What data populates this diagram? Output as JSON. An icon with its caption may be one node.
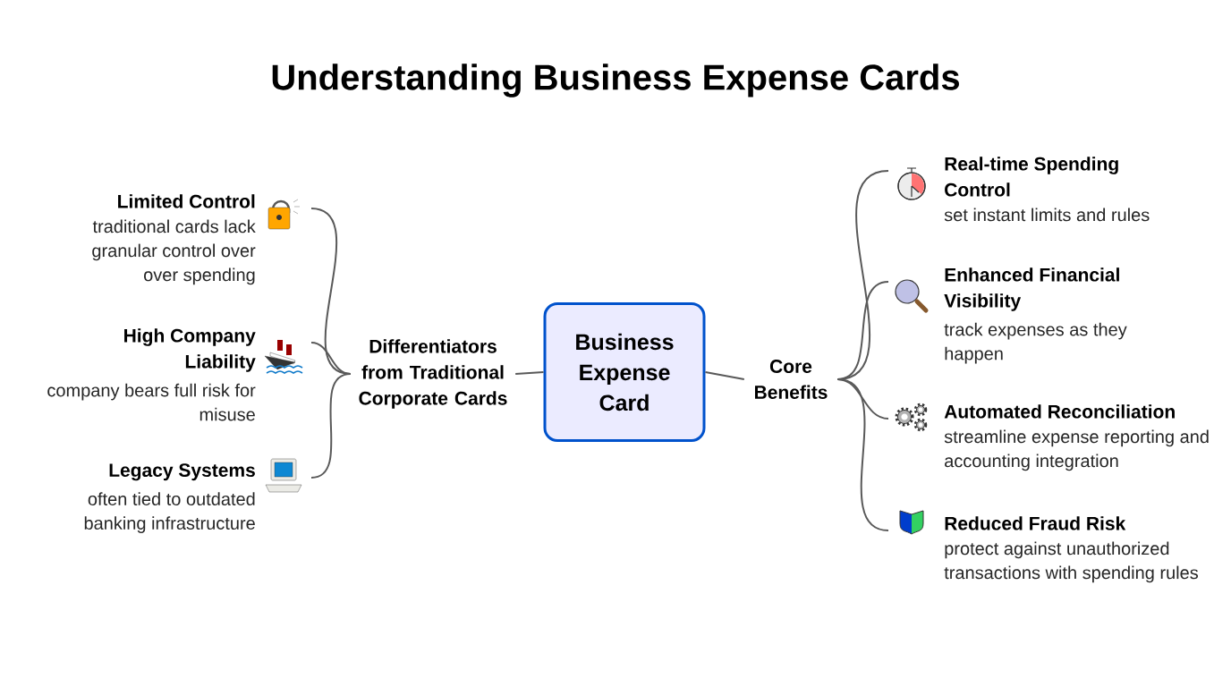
{
  "diagram": {
    "title": "Understanding Business Expense Cards",
    "nodes": [
      {
        "text": [
          "Limited Control",
          "traditional cards lack granular control over over spending"
        ]
      },
      {
        "text": [
          "High Company Liability",
          "company bears full risk for misuse"
        ]
      },
      {
        "text": [
          "Legacy Systems",
          "often tied to outdated banking infrastructure"
        ]
      },
      {
        "text": [
          "Differentiators from Traditional Corporate Cards"
        ]
      },
      {
        "text": [
          "Business Expense Card"
        ]
      },
      {
        "text": [
          "Core Benefits"
        ]
      },
      {
        "text": [
          "Real-time Spending Control",
          "set instant limits and rules"
        ]
      },
      {
        "text": [
          "Enhanced Financial Visibility",
          "track expenses as they happen"
        ]
      },
      {
        "text": [
          "Automated Reconciliation",
          "streamline expense reporting and accounting integration"
        ]
      },
      {
        "text": [
          "Reduced Fraud Risk",
          "protect against unauthorized transactions with spending rules"
        ]
      }
    ],
    "edges": [
      {
        "from": 3,
        "to": 0,
        "arrow": "none"
      },
      {
        "from": 3,
        "to": 1,
        "arrow": "none"
      },
      {
        "from": 3,
        "to": 2,
        "arrow": "none"
      },
      {
        "from": 3,
        "to": 4,
        "arrow": "none"
      },
      {
        "from": 4,
        "to": 5,
        "arrow": "none"
      },
      {
        "from": 5,
        "to": 6,
        "arrow": "none"
      },
      {
        "from": 5,
        "to": 7,
        "arrow": "none"
      },
      {
        "from": 5,
        "to": 8,
        "arrow": "none"
      },
      {
        "from": 5,
        "to": 9,
        "arrow": "none"
      }
    ]
  }
}
